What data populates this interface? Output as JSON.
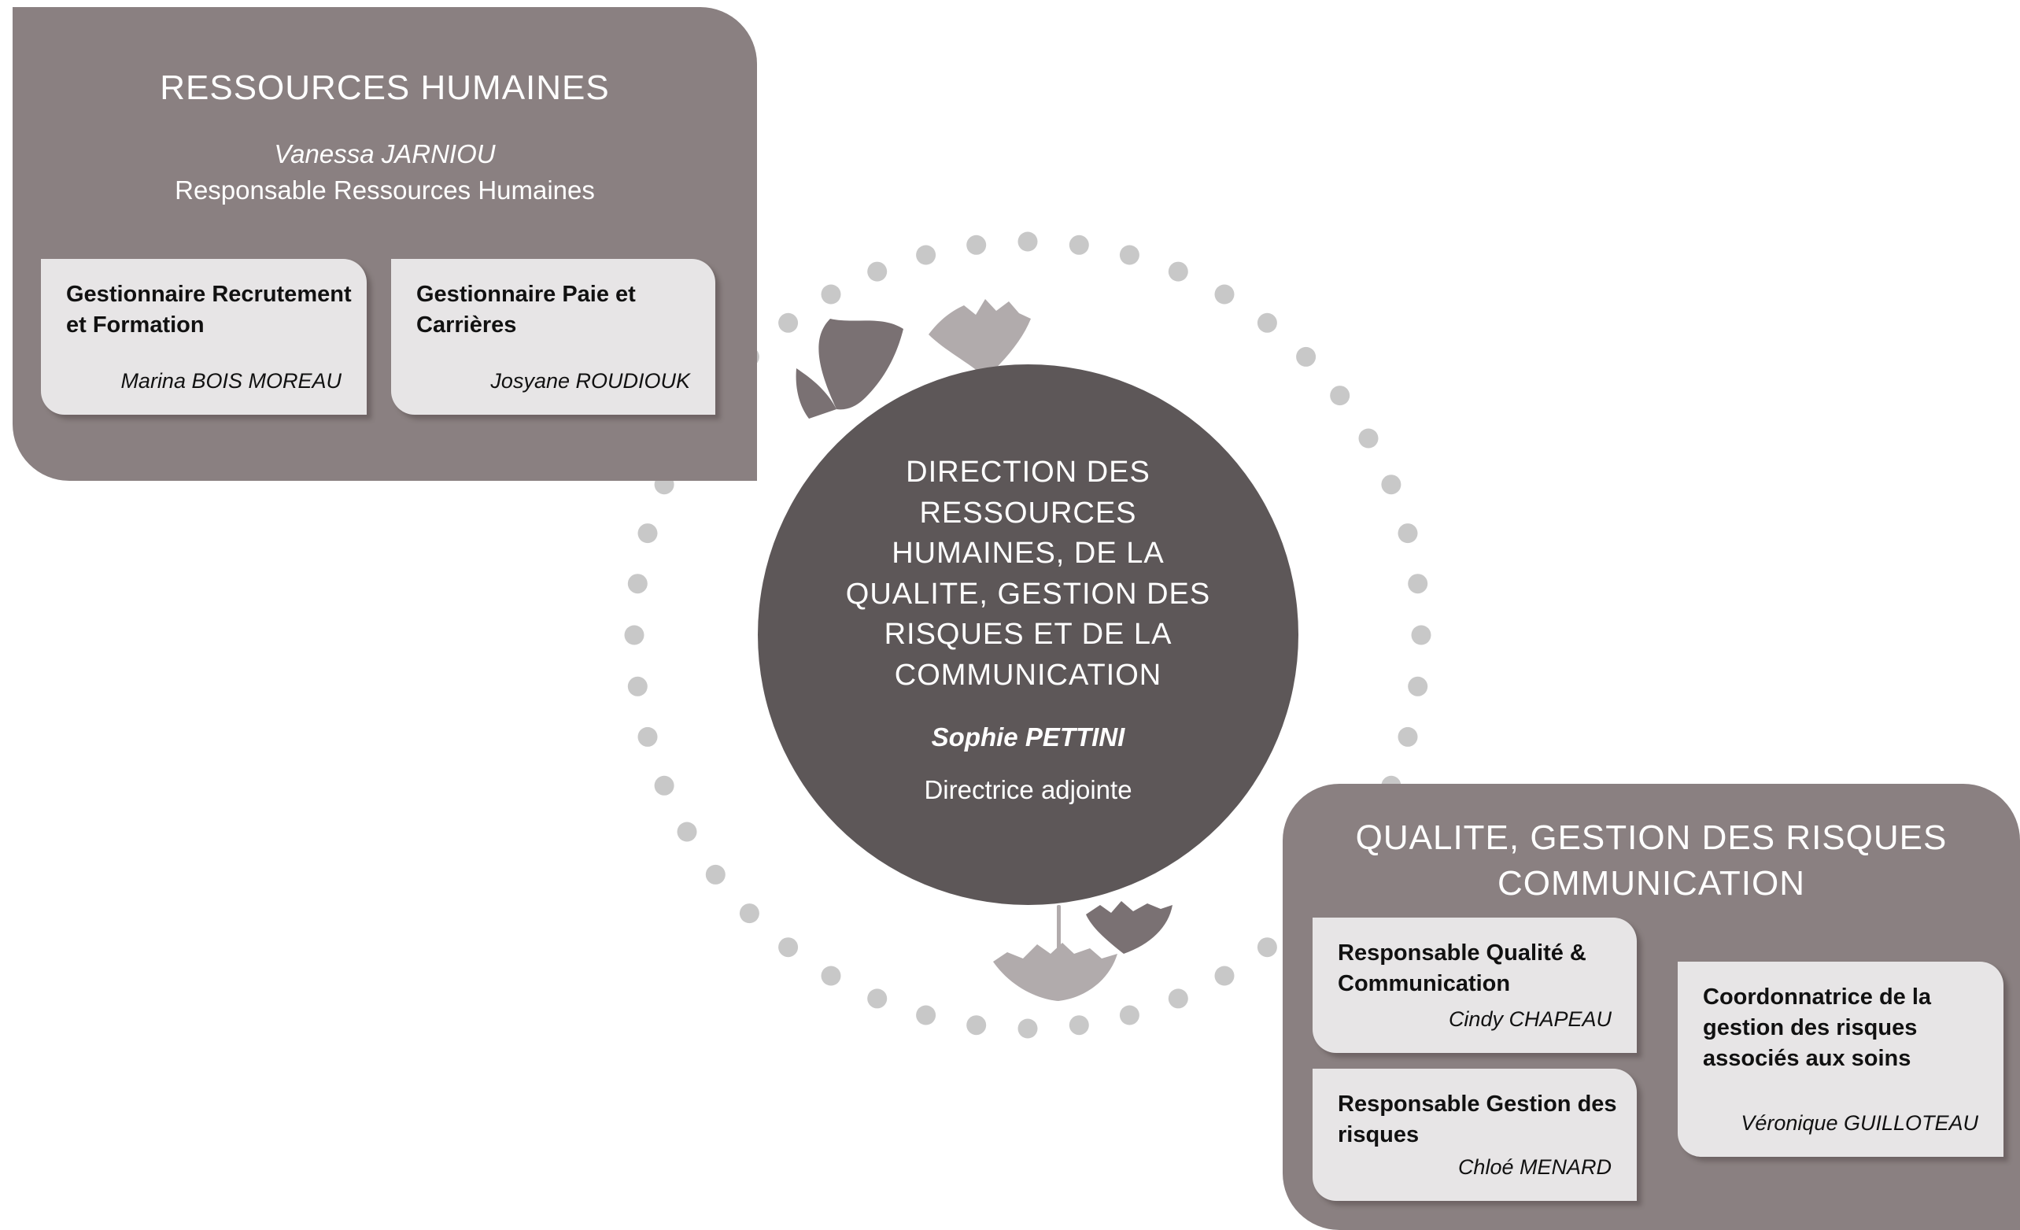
{
  "colors": {
    "panel": "#8a8081",
    "center": "#5d5758",
    "card": "#e7e5e6",
    "dots": "#c8c8c8",
    "leaf_dark": "#7a7173",
    "leaf_light": "#b1abac"
  },
  "left_panel": {
    "title": "RESSOURCES HUMAINES",
    "head_name": "Vanessa JARNIOU",
    "head_role": "Responsable Ressources Humaines",
    "cards": [
      {
        "title": "Gestionnaire Recrutement et Formation",
        "name": "Marina BOIS MOREAU"
      },
      {
        "title": "Gestionnaire Paie et Carrières",
        "name": "Josyane ROUDIOUK"
      }
    ]
  },
  "center": {
    "title": "DIRECTION DES RESSOURCES HUMAINES, DE LA QUALITE, GESTION DES RISQUES ET DE LA COMMUNICATION",
    "name": "Sophie PETTINI",
    "role": "Directrice adjointe"
  },
  "right_panel": {
    "title_line1": "QUALITE, GESTION DES RISQUES",
    "title_line2": "COMMUNICATION",
    "cards": [
      {
        "title": "Responsable Qualité & Communication",
        "name": "Cindy CHAPEAU"
      },
      {
        "title": "Responsable Gestion des risques",
        "name": "Chloé MENARD"
      },
      {
        "title": "Coordonnatrice de la gestion des risques associés aux soins",
        "name": "Véronique GUILLOTEAU"
      }
    ]
  },
  "decor": {
    "dots_icon": "dotted-ring",
    "leaf_icon": "ginkgo-leaf-icon"
  }
}
